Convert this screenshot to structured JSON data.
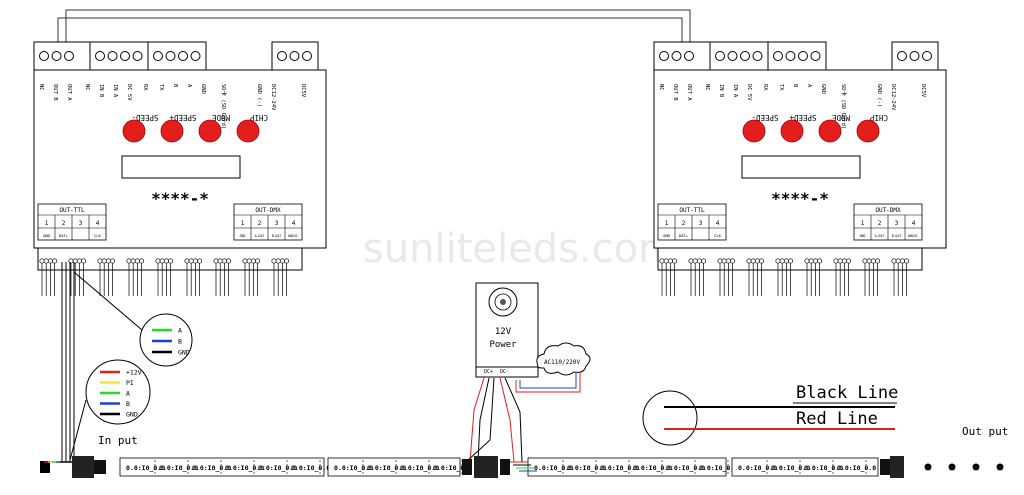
{
  "controller": {
    "top_terminals": [
      "NC",
      "OUT B",
      "OUT A",
      "NC",
      "IN B",
      "IN A",
      "DC 5V",
      "RX",
      "TX",
      "B",
      "A",
      "GND",
      "SD卡 (SD Card)",
      "GND (-)",
      "DC12-24V",
      "DC5V"
    ],
    "buttons": [
      "SPEED-",
      "SPEED+",
      "MODE",
      "CHIP"
    ],
    "model": "****-*",
    "ttl": {
      "title": "OUT-TTL",
      "pins": [
        "1",
        "2",
        "3",
        "4"
      ],
      "signals": [
        "GND",
        "DAT+",
        "",
        "CLK"
      ]
    },
    "dmx": {
      "title": "OUT-DMX",
      "pins": [
        "1",
        "2",
        "3",
        "4"
      ],
      "signals": [
        "GND",
        "A-DAT",
        "B-DAT",
        "GND/D-"
      ]
    }
  },
  "watermark": "sunliteleds.com",
  "power": {
    "title": "12V",
    "subtitle": "Power",
    "terminals": [
      "DC+",
      "DC-"
    ],
    "ac_label": "AC110/220V"
  },
  "legend_ttl": {
    "items": [
      {
        "label": "A",
        "color": "#22dd22"
      },
      {
        "label": "B",
        "color": "#1f3fd6"
      },
      {
        "label": "GND",
        "color": "#000000"
      }
    ]
  },
  "legend_input": {
    "items": [
      {
        "label": "+12V",
        "color": "#e02020"
      },
      {
        "label": "PI",
        "color": "#f2e23a"
      },
      {
        "label": "A",
        "color": "#22dd22"
      },
      {
        "label": "B",
        "color": "#1f3fd6"
      },
      {
        "label": "GND",
        "color": "#000000"
      }
    ]
  },
  "legend_lines": {
    "items": [
      {
        "label": "Black Line",
        "color": "#000000"
      },
      {
        "label": "Red Line",
        "color": "#e02020"
      }
    ]
  },
  "labels": {
    "input": "In put",
    "output": "Out put"
  },
  "strip": {
    "chip_text": "0.0:I0_0.0"
  }
}
